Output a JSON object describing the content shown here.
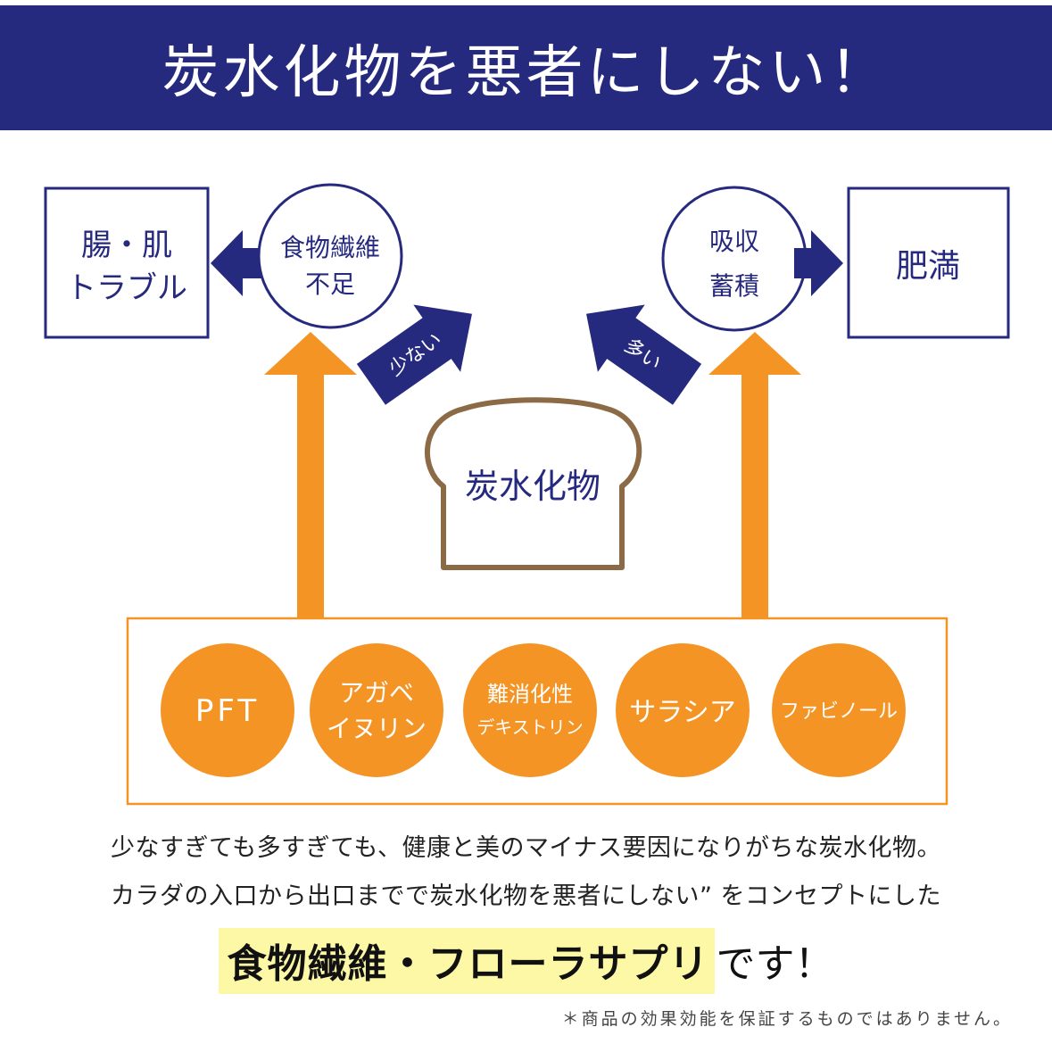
{
  "header": {
    "title": "炭水化物を悪者にしない！"
  },
  "diagram": {
    "left_box": [
      "腸・肌",
      "トラブル"
    ],
    "left_circle": [
      "食物繊維",
      "不足"
    ],
    "right_circle": [
      "吸収",
      "蓄積"
    ],
    "right_box": [
      "肥満"
    ],
    "arrow_left_label": "少ない",
    "arrow_right_label": "多い",
    "bread_label": "炭水化物",
    "ingredients": [
      {
        "lines": [
          "PFT"
        ]
      },
      {
        "lines": [
          "アガベ",
          "イヌリン"
        ]
      },
      {
        "lines": [
          "難消化性",
          "デキストリン"
        ]
      },
      {
        "lines": [
          "サラシア"
        ]
      },
      {
        "lines": [
          "ファビノール"
        ]
      }
    ]
  },
  "colors": {
    "navy": "#262a7f",
    "orange": "#f39425",
    "bread_outline": "#8b6a45",
    "highlight": "#fdf8a6"
  },
  "caption": {
    "line1": "少なすぎても多すぎても、健康と美のマイナス要因になりがちな炭水化物。",
    "line2": "カラダの入口から出口までで炭水化物を悪者にしない” をコンセプトにした"
  },
  "tagline": {
    "highlight": "食物繊維・フローラサプリ",
    "rest": "です！"
  },
  "disclaimer": "＊商品の効果効能を保証するものではありません。"
}
